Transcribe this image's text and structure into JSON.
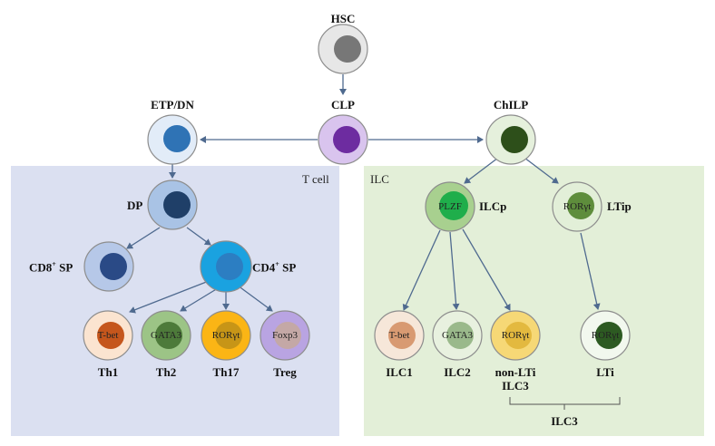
{
  "panels": {
    "t_cell": "T cell",
    "ilc": "ILC"
  },
  "cells": {
    "hsc": "HSC",
    "etp_dn": "ETP/DN",
    "clp": "CLP",
    "chilp": "ChILP",
    "dp": "DP",
    "cd8_sp_base": "CD8",
    "cd8_sp_sup": "+",
    "cd8_sp_tail": " SP",
    "cd4_sp_base": "CD4",
    "cd4_sp_sup": "+",
    "cd4_sp_tail": " SP",
    "ilcp": "ILCp",
    "ltip": "LTip",
    "th1": "Th1",
    "th2": "Th2",
    "th17": "Th17",
    "treg": "Treg",
    "ilc1": "ILC1",
    "ilc2": "ILC2",
    "non_lti_ilc3_line1": "non-LTi",
    "non_lti_ilc3_line2": "ILC3",
    "lti": "LTi",
    "ilc3_group": "ILC3"
  },
  "markers": {
    "plzf": "PLZF",
    "ror_ltip": "RORγt",
    "tbet_th1": "T-bet",
    "gata3_th2": "GATA3",
    "ror_th17": "RORγt",
    "foxp3_treg": "Foxp3",
    "tbet_ilc1": "T-bet",
    "gata3_ilc2": "GATA3",
    "ror_ilc3": "RORγt",
    "ror_lti": "RORγt"
  },
  "colors": {
    "t_panel": "#dbe0f1",
    "ilc_panel": "#e3efd8",
    "arrow": "#4f6a8f"
  }
}
